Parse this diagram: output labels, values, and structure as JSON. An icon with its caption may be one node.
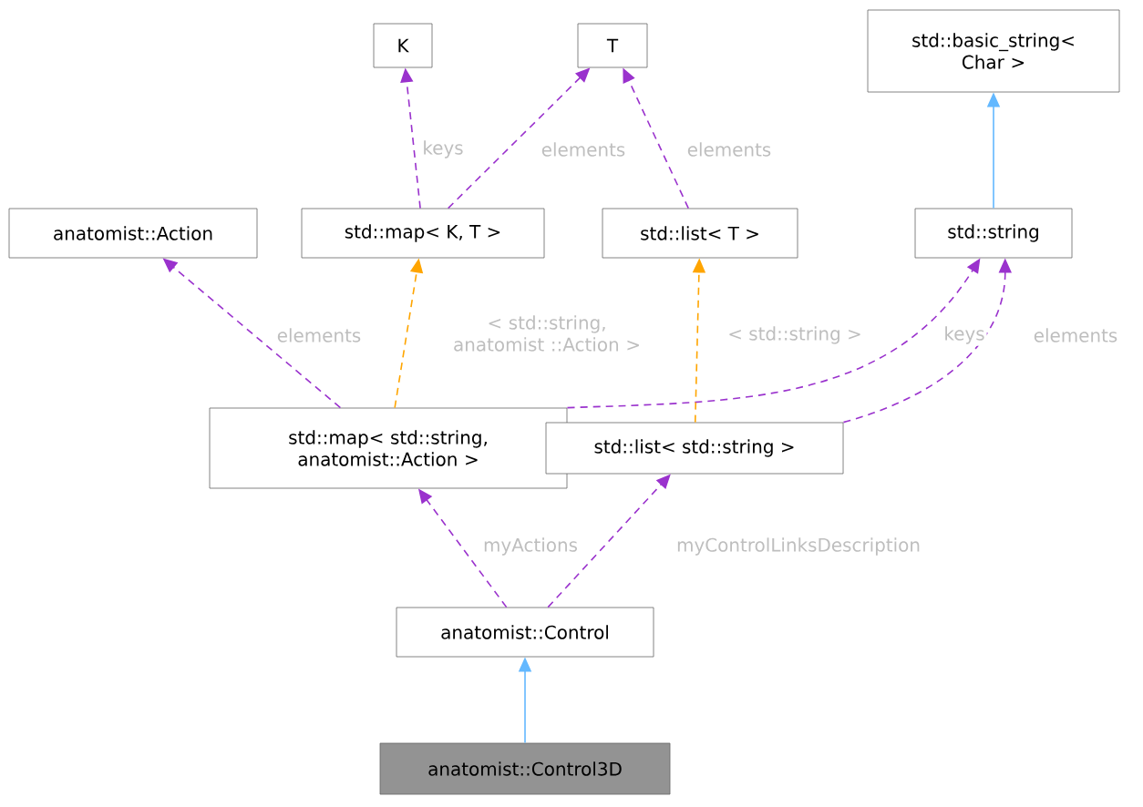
{
  "diagram": {
    "nodes": [
      {
        "text": [
          "K"
        ]
      },
      {
        "text": [
          "T"
        ]
      },
      {
        "text": [
          "std::basic_string< Char >"
        ]
      },
      {
        "text": [
          "anatomist::Action"
        ]
      },
      {
        "text": [
          "std::map< K, T >"
        ]
      },
      {
        "text": [
          "std::list< T >"
        ]
      },
      {
        "text": [
          "std::string"
        ]
      },
      {
        "text": [
          "std::map< std::string, anatomist::Action >"
        ]
      },
      {
        "text": [
          "std::list< std::string >"
        ]
      },
      {
        "text": [
          "anatomist::Control"
        ]
      },
      {
        "text": [
          "anatomist::Control3D"
        ]
      }
    ],
    "edges": [
      {
        "from": 4,
        "to": 0,
        "arrow": "to",
        "label": "keys",
        "style": "dashed"
      },
      {
        "from": 4,
        "to": 1,
        "arrow": "to",
        "label": "elements",
        "style": "dashed"
      },
      {
        "from": 5,
        "to": 1,
        "arrow": "to",
        "label": "elements",
        "style": "dashed"
      },
      {
        "from": 6,
        "to": 2,
        "arrow": "to",
        "color": "#63b8ff"
      },
      {
        "from": 7,
        "to": 3,
        "arrow": "to",
        "label": "elements",
        "style": "dashed"
      },
      {
        "from": 7,
        "to": 4,
        "arrow": "to",
        "label": "< std::string, anatomist ::Action >",
        "style": "dashed",
        "color": "#ffa500"
      },
      {
        "from": 7,
        "to": 6,
        "arrow": "to",
        "label": "keys",
        "style": "dashed"
      },
      {
        "from": 8,
        "to": 5,
        "arrow": "to",
        "label": "< std::string >",
        "style": "dashed",
        "color": "#ffa500"
      },
      {
        "from": 8,
        "to": 6,
        "arrow": "to",
        "label": "elements",
        "style": "dashed"
      },
      {
        "from": 9,
        "to": 7,
        "arrow": "to",
        "label": "myActions",
        "style": "dashed"
      },
      {
        "from": 9,
        "to": 8,
        "arrow": "to",
        "label": "myControlLinksDescription",
        "style": "dashed"
      },
      {
        "from": 10,
        "to": 9,
        "arrow": "to",
        "color": "#63b8ff"
      }
    ]
  }
}
